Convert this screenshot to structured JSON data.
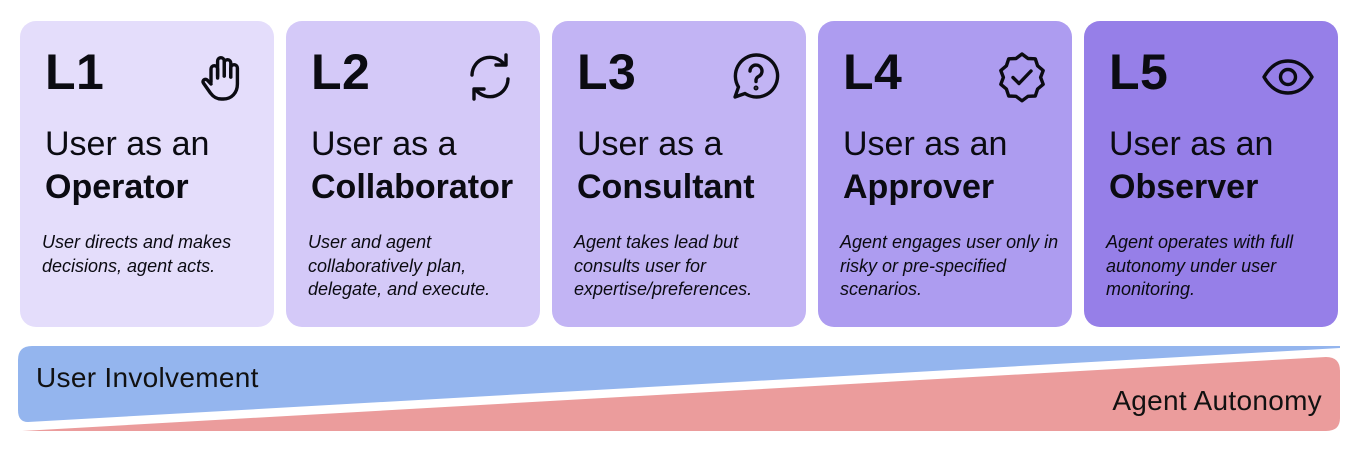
{
  "levels": [
    {
      "code": "L1",
      "prefix": "User as an",
      "role": "Operator",
      "description": "User directs and makes decisions, agent acts.",
      "icon": "hand-icon",
      "color": "#e4ddfb"
    },
    {
      "code": "L2",
      "prefix": "User as a",
      "role": "Collaborator",
      "description": "User and agent collaboratively plan, delegate, and execute.",
      "icon": "refresh-icon",
      "color": "#d4c9f8"
    },
    {
      "code": "L3",
      "prefix": "User as a",
      "role": "Consultant",
      "description": "Agent takes lead but consults user for expertise/preferences.",
      "icon": "question-bubble-icon",
      "color": "#c2b4f4"
    },
    {
      "code": "L4",
      "prefix": "User as an",
      "role": "Approver",
      "description": "Agent engages user only in risky or pre-specified scenarios.",
      "icon": "check-badge-icon",
      "color": "#ad9cf0"
    },
    {
      "code": "L5",
      "prefix": "User as an",
      "role": "Observer",
      "description": "Agent operates with full autonomy under user monitoring.",
      "icon": "eye-icon",
      "color": "#967fe8"
    }
  ],
  "bars": {
    "user_involvement": {
      "label": "User Involvement",
      "color": "#94b5ee"
    },
    "agent_autonomy": {
      "label": "Agent Autonomy",
      "color": "#eb9c9c"
    }
  }
}
